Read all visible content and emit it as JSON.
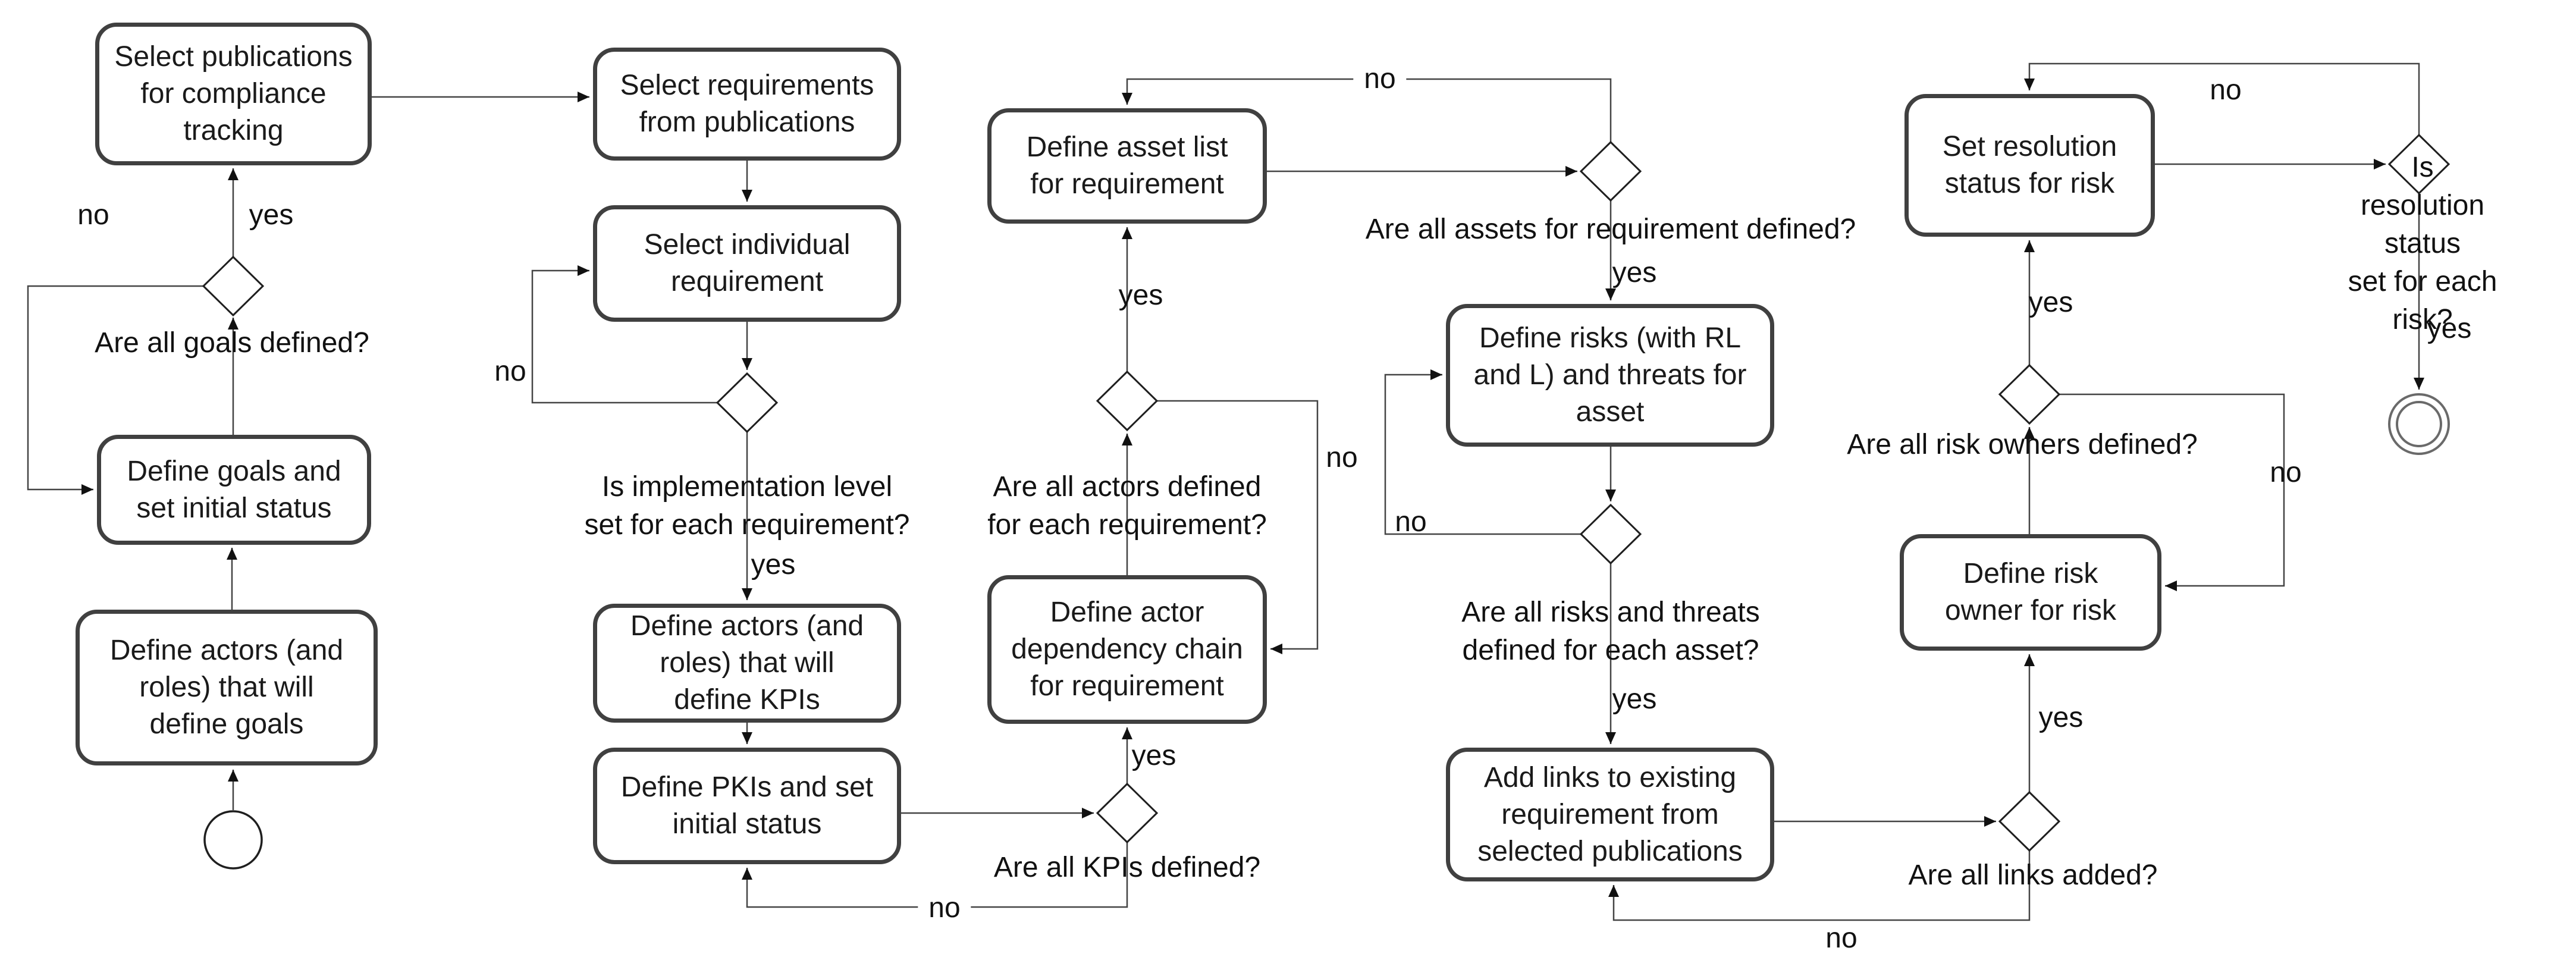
{
  "diagram": {
    "type": "flowchart-bpmn",
    "colors": {
      "task_border": "#404040",
      "connector": "#444444",
      "gateway_stroke": "#1f1f1f",
      "end_event_stroke": "#6a6a6a",
      "text": "#1a1a1a",
      "background": "#ffffff"
    },
    "labels": {
      "yes": "yes",
      "no": "no"
    },
    "activities": [
      {
        "id": "select-publications",
        "label": "Select publications\nfor compliance\ntracking"
      },
      {
        "id": "define-goals",
        "label": "Define goals and\nset initial status"
      },
      {
        "id": "define-actors-goals",
        "label": "Define actors (and\nroles) that will\ndefine goals"
      },
      {
        "id": "select-requirements",
        "label": "Select requirements\nfrom publications"
      },
      {
        "id": "select-individual-req",
        "label": "Select individual\nrequirement"
      },
      {
        "id": "define-actors-kpis",
        "label": "Define actors (and\nroles) that will\ndefine KPIs"
      },
      {
        "id": "define-pkis",
        "label": "Define PKIs and set\ninitial status"
      },
      {
        "id": "define-asset-list",
        "label": "Define asset list\nfor requirement"
      },
      {
        "id": "define-actor-dependency",
        "label": "Define actor\ndependency chain\nfor requirement"
      },
      {
        "id": "define-risks",
        "label": "Define risks (with RL\nand L) and threats for\nasset"
      },
      {
        "id": "add-links",
        "label": "Add links to existing\nrequirement from\nselected publications"
      },
      {
        "id": "set-resolution-status",
        "label": "Set resolution\nstatus for risk"
      },
      {
        "id": "define-risk-owner",
        "label": "Define risk\nowner for risk"
      }
    ],
    "decisions": [
      {
        "id": "goals-defined",
        "question": "Are all goals defined?"
      },
      {
        "id": "implementation-level-set",
        "question": "Is implementation level\nset for each requirement?"
      },
      {
        "id": "actors-defined",
        "question": "Are all actors defined\nfor each requirement?"
      },
      {
        "id": "kpis-defined",
        "question": "Are all KPIs defined?"
      },
      {
        "id": "assets-defined",
        "question": "Are all assets for requirement defined?"
      },
      {
        "id": "risks-threats-defined",
        "question": "Are all risks and threats\ndefined for each asset?"
      },
      {
        "id": "links-added",
        "question": "Are all links added?"
      },
      {
        "id": "resolution-status-set",
        "question": "Is resolution status\nset for each risk?"
      },
      {
        "id": "risk-owners-defined",
        "question": "Are all risk owners defined?"
      }
    ],
    "events": [
      {
        "id": "start-event"
      },
      {
        "id": "end-event"
      }
    ]
  }
}
